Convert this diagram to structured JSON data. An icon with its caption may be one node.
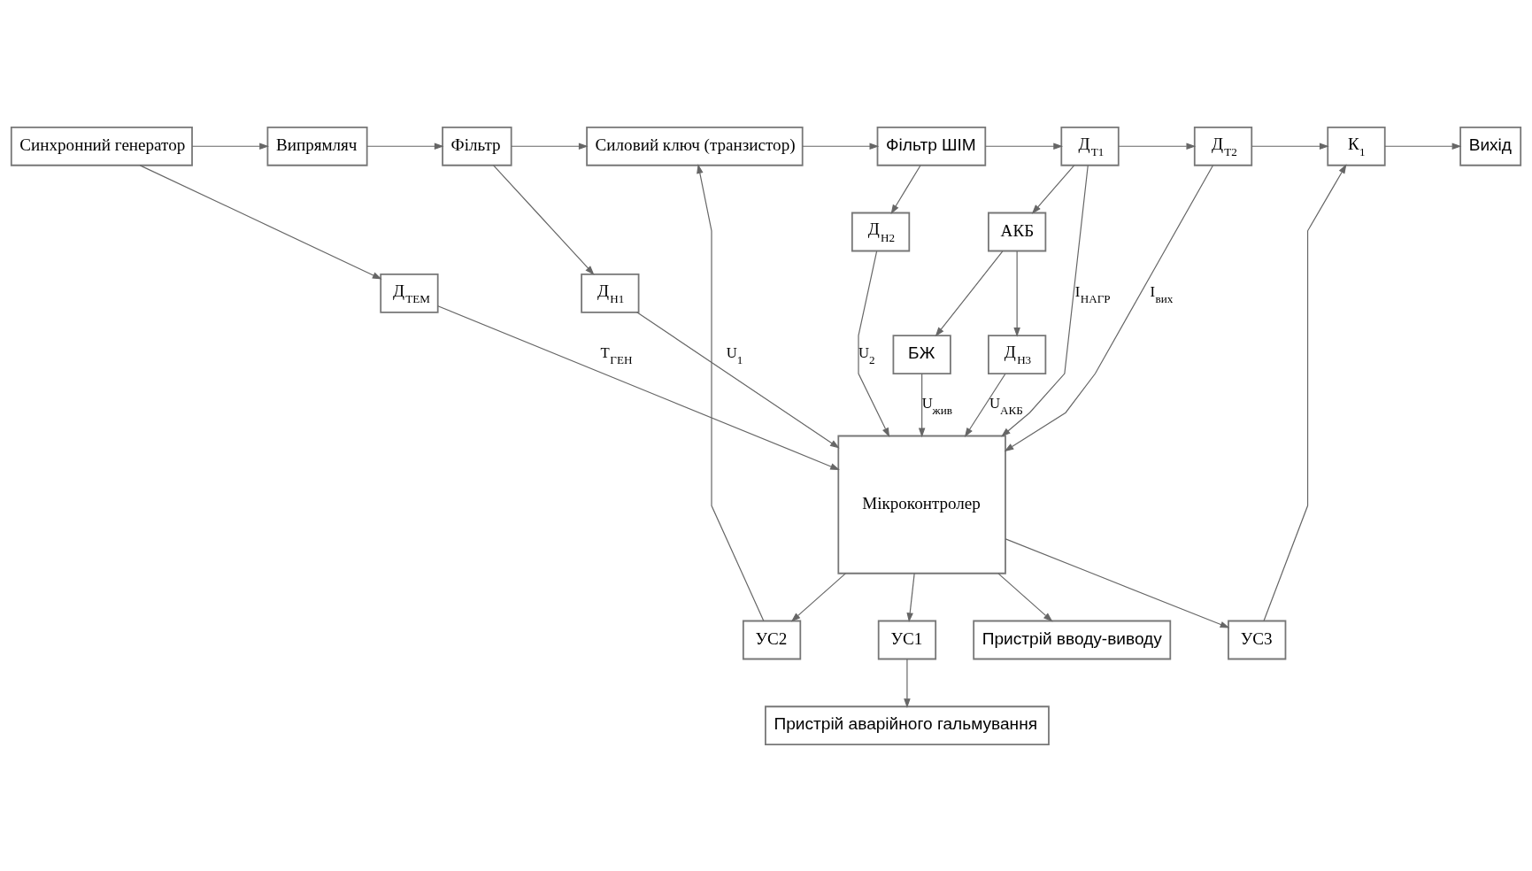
{
  "diagram": {
    "nodes": [
      {
        "text": [
          "Синхронний генератор"
        ]
      },
      {
        "text": [
          "Випрямляч"
        ]
      },
      {
        "text": [
          "Фільтр"
        ]
      },
      {
        "text": [
          "Силовий ключ (транзистор)"
        ]
      },
      {
        "text": [
          "Фільтр ШІМ"
        ]
      },
      {
        "text": [
          "Д$_{Т1}$"
        ]
      },
      {
        "text": [
          "Д$_{Т2}$"
        ]
      },
      {
        "text": [
          "К$_{1}$"
        ]
      },
      {
        "text": [
          "Вихід"
        ]
      },
      {
        "text": [
          "Д$_{Н1}$"
        ]
      },
      {
        "text": [
          "УС2"
        ]
      },
      {
        "text": [
          "Д$_{Н2}$"
        ]
      },
      {
        "text": [
          "Мікроконтролер"
        ]
      },
      {
        "text": [
          "Д$_{ТЕМ}$"
        ]
      },
      {
        "text": [
          "АКБ"
        ]
      },
      {
        "text": [
          "Д$_{Н3}$"
        ]
      },
      {
        "text": [
          "БЖ"
        ]
      },
      {
        "text": [
          "Пристрій аварійного гальмування"
        ]
      },
      {
        "text": [
          "УС1"
        ]
      },
      {
        "text": [
          "Пристрій вводу-виводу"
        ]
      },
      {
        "text": [
          "УС3"
        ]
      }
    ],
    "edges": [
      {
        "from": 0,
        "to": 1,
        "arrow": "to"
      },
      {
        "from": 1,
        "to": 2,
        "arrow": "to"
      },
      {
        "from": 2,
        "to": 3,
        "arrow": "to"
      },
      {
        "from": 2,
        "to": 9,
        "arrow": "to"
      },
      {
        "from": 3,
        "to": 4,
        "arrow": "to"
      },
      {
        "from": 4,
        "to": 5,
        "arrow": "to"
      },
      {
        "from": 4,
        "to": 11,
        "arrow": "to"
      },
      {
        "from": 5,
        "to": 6,
        "arrow": "to"
      },
      {
        "from": 5,
        "to": 14,
        "arrow": "to"
      },
      {
        "from": 6,
        "to": 7,
        "arrow": "to"
      },
      {
        "from": 7,
        "to": 8,
        "arrow": "to"
      },
      {
        "from": 9,
        "to": 12,
        "arrow": "to",
        "label": "U$_{1}$"
      },
      {
        "from": 12,
        "to": 10,
        "arrow": "to"
      },
      {
        "from": 10,
        "to": 3,
        "arrow": "to"
      },
      {
        "from": 11,
        "to": 12,
        "arrow": "to",
        "label": "U$_{2}$"
      },
      {
        "from": 5,
        "to": 12,
        "arrow": "to",
        "label": "I$_{НАГР}$"
      },
      {
        "from": 14,
        "to": 15,
        "arrow": "to"
      },
      {
        "from": 15,
        "to": 12,
        "arrow": "to",
        "label": "U$_{АКБ}$"
      },
      {
        "from": 14,
        "to": 16,
        "arrow": "to"
      },
      {
        "from": 16,
        "to": 12,
        "arrow": "to",
        "label": "U$_{жив}$"
      },
      {
        "from": 6,
        "to": 12,
        "arrow": "to",
        "label": "I$_{вих}$"
      },
      {
        "from": 0,
        "to": 13,
        "arrow": "to"
      },
      {
        "from": 13,
        "to": 12,
        "arrow": "to",
        "label": "T$_{ГЕН}$"
      },
      {
        "from": 12,
        "to": 18,
        "arrow": "to"
      },
      {
        "from": 18,
        "to": 17,
        "arrow": "to"
      },
      {
        "from": 12,
        "to": 19,
        "arrow": "to"
      },
      {
        "from": 12,
        "to": 20,
        "arrow": "to"
      },
      {
        "from": 20,
        "to": 7,
        "arrow": "to"
      }
    ]
  }
}
